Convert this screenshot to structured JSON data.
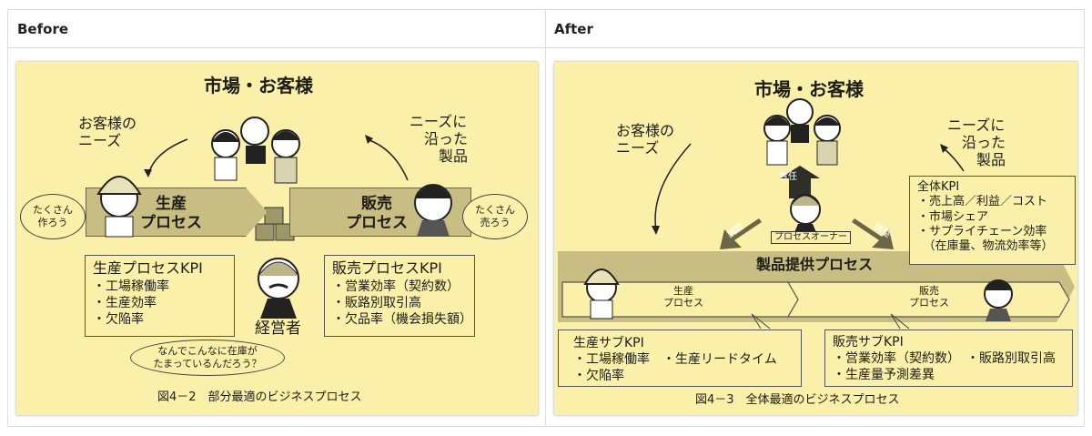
{
  "table": {
    "headers": [
      "Before",
      "After"
    ]
  },
  "before": {
    "title": "市場・お客様",
    "needs": "お客様の\nニーズ",
    "product": "ニーズに\n　沿った\n　　製品",
    "production": "生産\nプロセス",
    "sales": "販売\nプロセス",
    "cloud_left": "たくさん\n作ろう",
    "cloud_right": "たくさん\n売ろう",
    "kpi_left": {
      "title": "生産プロセスKPI",
      "items": [
        "・工場稼働率",
        "・生産効率",
        "・欠陥率"
      ]
    },
    "kpi_right": {
      "title": "販売プロセスKPI",
      "items": [
        "・営業効率（契約数）",
        "・販路別取引高",
        "・欠品率（機会損失額）"
      ]
    },
    "manager": "経営者",
    "thought": "なんでこんなに在庫が\nたまっているんだろう？",
    "caption": "図4－2　部分最適のビジネスプロセス"
  },
  "after": {
    "title": "市場・お客様",
    "needs": "お客様の\nニーズ",
    "product": "ニーズに\n　沿った\n　　製品",
    "responsibility": "責任",
    "adjust": "調整",
    "owner": "プロセスオーナー",
    "overall_kpi": {
      "title": "全体KPI",
      "items": [
        "・売上高／利益／コスト",
        "・市場シェア",
        "・サプライチェーン効率",
        "　（在庫量、物流効率等）"
      ]
    },
    "main_process": "製品提供プロセス",
    "production": "生産\nプロセス",
    "sales": "販売\nプロセス",
    "kpi_left": {
      "title": "生産サブKPI",
      "items": [
        "・工場稼働率　・生産リードタイム",
        "・欠陥率"
      ]
    },
    "kpi_right": {
      "title": "販売サブKPI",
      "items": [
        "・営業効率（契約数）　・販路別取引高",
        "・生産量予測差異"
      ]
    },
    "caption": "図4－3　全体最適のビジネスプロセス"
  },
  "colors": {
    "figure_bg": "#faf0a9",
    "process": "#c8be84",
    "border": "#dddddd"
  }
}
